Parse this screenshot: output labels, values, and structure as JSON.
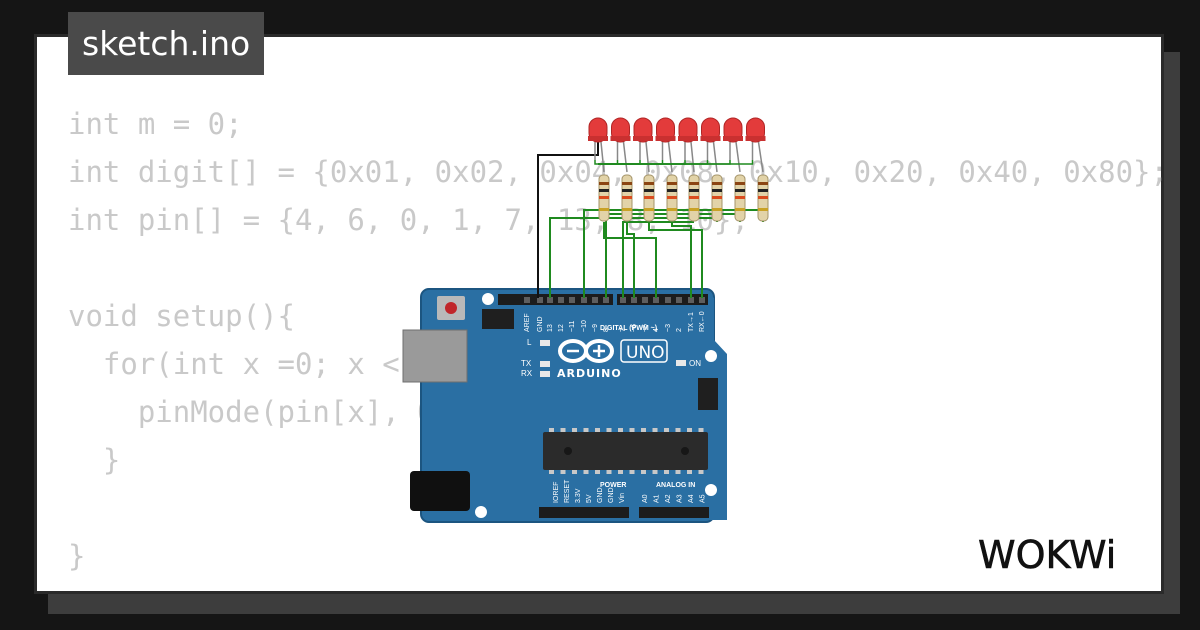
{
  "file_tab": {
    "title": "sketch.ino"
  },
  "code_lines": [
    "int m = 0;",
    "int digit[] = {0x01, 0x02, 0x04, 0x08, 0x10, 0x20, 0x40, 0x80};",
    "int pin[] = {4, 6, 0, 1, 7, 13, 8, 10};",
    "",
    "void setup(){",
    "  for(int x =0; x < 8; x++){",
    "    pinMode(pin[x], OUTPUT);",
    "  }",
    "",
    "}"
  ],
  "board": {
    "brand": "ARDUINO",
    "model": "UNO",
    "header_labels": [
      "AREF",
      "GND",
      "13",
      "12",
      "~11",
      "~10",
      "~9",
      "8",
      "7",
      "~6",
      "~5",
      "4",
      "~3",
      "2",
      "TX→1",
      "RX←0"
    ],
    "digital_label": "DIGITAL (PWM ~)",
    "led_labels": {
      "l": "L",
      "tx": "TX",
      "rx": "RX",
      "on": "ON"
    },
    "power_label": "POWER",
    "power_pins": [
      "IOREF",
      "RESET",
      "3.3V",
      "5V",
      "GND",
      "GND",
      "Vin"
    ],
    "analog_label": "ANALOG IN",
    "analog_pins": [
      "A0",
      "A1",
      "A2",
      "A3",
      "A4",
      "A5"
    ]
  },
  "colors": {
    "board": "#2a6fa3",
    "led": "#e33b3b",
    "wire_green": "#1f8a1f",
    "wire_black": "#111111"
  },
  "branding": {
    "logo": "WOKWi"
  }
}
